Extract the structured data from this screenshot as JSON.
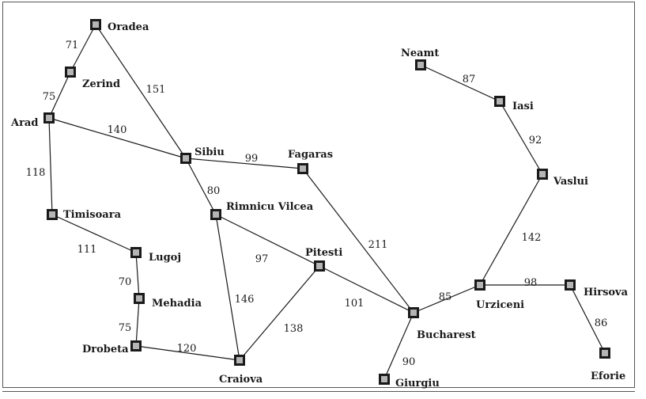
{
  "map": {
    "cities": [
      {
        "id": "oradea",
        "name": "Oradea"
      },
      {
        "id": "zerind",
        "name": "Zerind"
      },
      {
        "id": "arad",
        "name": "Arad"
      },
      {
        "id": "timisoara",
        "name": "Timisoara"
      },
      {
        "id": "lugoj",
        "name": "Lugoj"
      },
      {
        "id": "mehadia",
        "name": "Mehadia"
      },
      {
        "id": "drobeta",
        "name": "Drobeta"
      },
      {
        "id": "craiova",
        "name": "Craiova"
      },
      {
        "id": "sibiu",
        "name": "Sibiu"
      },
      {
        "id": "rimnicu",
        "name": "Rimnicu Vilcea"
      },
      {
        "id": "fagaras",
        "name": "Fagaras"
      },
      {
        "id": "pitesti",
        "name": "Pitesti"
      },
      {
        "id": "bucharest",
        "name": "Bucharest"
      },
      {
        "id": "giurgiu",
        "name": "Giurgiu"
      },
      {
        "id": "urziceni",
        "name": "Urziceni"
      },
      {
        "id": "hirsova",
        "name": "Hirsova"
      },
      {
        "id": "eforie",
        "name": "Eforie"
      },
      {
        "id": "vaslui",
        "name": "Vaslui"
      },
      {
        "id": "iasi",
        "name": "Iasi"
      },
      {
        "id": "neamt",
        "name": "Neamt"
      }
    ],
    "roads": [
      {
        "from": "oradea",
        "to": "zerind",
        "distance": "71"
      },
      {
        "from": "zerind",
        "to": "arad",
        "distance": "75"
      },
      {
        "from": "oradea",
        "to": "sibiu",
        "distance": "151"
      },
      {
        "from": "arad",
        "to": "sibiu",
        "distance": "140"
      },
      {
        "from": "arad",
        "to": "timisoara",
        "distance": "118"
      },
      {
        "from": "timisoara",
        "to": "lugoj",
        "distance": "111"
      },
      {
        "from": "lugoj",
        "to": "mehadia",
        "distance": "70"
      },
      {
        "from": "mehadia",
        "to": "drobeta",
        "distance": "75"
      },
      {
        "from": "drobeta",
        "to": "craiova",
        "distance": "120"
      },
      {
        "from": "sibiu",
        "to": "fagaras",
        "distance": "99"
      },
      {
        "from": "sibiu",
        "to": "rimnicu",
        "distance": "80"
      },
      {
        "from": "rimnicu",
        "to": "pitesti",
        "distance": "97"
      },
      {
        "from": "rimnicu",
        "to": "craiova",
        "distance": "146"
      },
      {
        "from": "craiova",
        "to": "pitesti",
        "distance": "138"
      },
      {
        "from": "fagaras",
        "to": "bucharest",
        "distance": "211"
      },
      {
        "from": "pitesti",
        "to": "bucharest",
        "distance": "101"
      },
      {
        "from": "bucharest",
        "to": "giurgiu",
        "distance": "90"
      },
      {
        "from": "bucharest",
        "to": "urziceni",
        "distance": "85"
      },
      {
        "from": "urziceni",
        "to": "hirsova",
        "distance": "98"
      },
      {
        "from": "hirsova",
        "to": "eforie",
        "distance": "86"
      },
      {
        "from": "urziceni",
        "to": "vaslui",
        "distance": "142"
      },
      {
        "from": "vaslui",
        "to": "iasi",
        "distance": "92"
      },
      {
        "from": "iasi",
        "to": "neamt",
        "distance": "87"
      }
    ]
  }
}
